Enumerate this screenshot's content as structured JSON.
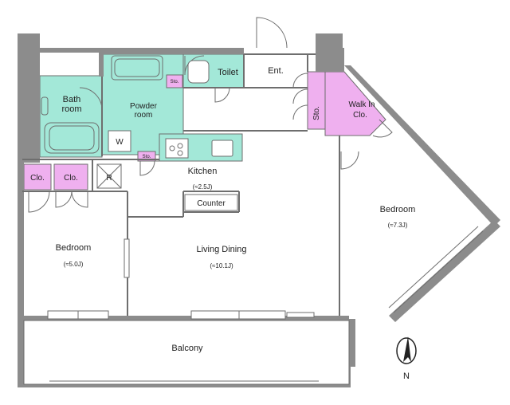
{
  "colors": {
    "wall": "#8c8c8c",
    "wet_area": "#a3e8d8",
    "storage": "#efb0ef",
    "floor": "#ffffff",
    "line": "#6e6e6e",
    "text": "#222222"
  },
  "rooms": {
    "bathroom": {
      "name_line1": "Bath",
      "name_line2": "room"
    },
    "powder_room": {
      "name_line1": "Powder",
      "name_line2": "room"
    },
    "washer": {
      "label": "W"
    },
    "storage_small_1": {
      "label": "Sto."
    },
    "storage_small_2": {
      "label": "Sto."
    },
    "toilet": {
      "label": "Toilet"
    },
    "entrance": {
      "label": "Ent."
    },
    "storage_hall": {
      "label": "Sto."
    },
    "walk_in_closet": {
      "name_line1": "Walk In",
      "name_line2": "Clo."
    },
    "closet_1": {
      "label": "Clo."
    },
    "closet_2": {
      "label": "Clo."
    },
    "refrigerator": {
      "label": "R"
    },
    "kitchen": {
      "name": "Kitchen",
      "size": "(≈2.5J)"
    },
    "counter": {
      "label": "Counter"
    },
    "bedroom_left": {
      "name": "Bedroom",
      "size": "(≈5.0J)"
    },
    "living_dining": {
      "name": "Living Dining",
      "size": "(≈10.1J)"
    },
    "bedroom_right": {
      "name": "Bedroom",
      "size": "(≈7.3J)"
    },
    "balcony": {
      "label": "Balcony"
    }
  },
  "compass": {
    "label": "N",
    "icon": "compass-icon"
  }
}
